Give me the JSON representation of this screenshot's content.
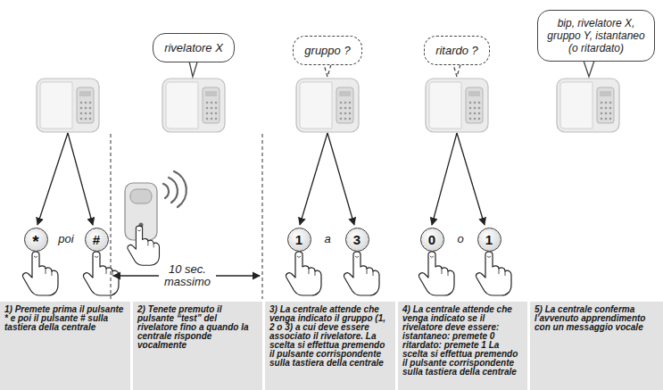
{
  "diagram": {
    "nodes": [
      {
        "text": [
          "*"
        ]
      },
      {
        "text": [
          "#"
        ]
      },
      {
        "text": [
          "1) Premete prima il pulsante * e poi il pulsante # sulla tastiera della centrale"
        ]
      },
      {
        "text": [
          "rivelatore X"
        ]
      },
      {
        "text": [
          "2) Tenete premuto il pulsante “test” del rivelatore fino a quando la centrale risponde vocalmente"
        ]
      },
      {
        "text": [
          "gruppo ?"
        ]
      },
      {
        "text": [
          "1"
        ]
      },
      {
        "text": [
          "3"
        ]
      },
      {
        "text": [
          "3) La centrale attende che venga indicato il gruppo (1, 2 o 3) a cui deve essere associato il rivelatore. La scelta si effettua premendo il pulsante corrispondente sulla tastiera della centrale"
        ]
      },
      {
        "text": [
          "ritardo ?"
        ]
      },
      {
        "text": [
          "0"
        ]
      },
      {
        "text": [
          "1"
        ]
      },
      {
        "text": [
          "4) La centrale attende che venga indicato se il rivelatore deve essere: istantaneo: premete 0 ritardato: premete 1 La scelta si effettua premendo il pulsante corrispondente sulla tastiera della centrale"
        ]
      },
      {
        "text": [
          "bip, rivelatore X, gruppo Y, istantaneo (o ritardato)"
        ]
      },
      {
        "text": [
          "5) La centrale conferma l’avvenuto apprendimento con un messaggio vocale"
        ]
      }
    ],
    "labels": [
      "poi",
      "10 sec. massimo",
      "a",
      "o"
    ]
  }
}
